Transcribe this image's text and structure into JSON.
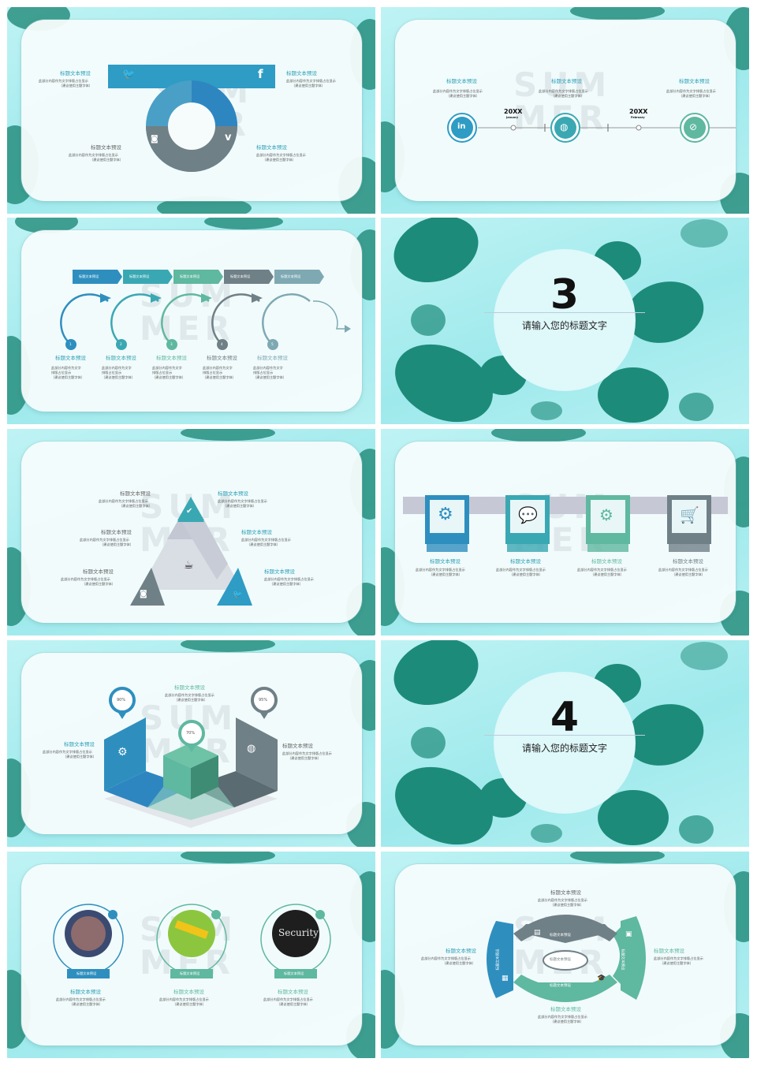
{
  "common": {
    "title": "标题文本预设",
    "desc1": "此部分内容作为文字排版占位显示",
    "desc2": "（建议使用主题字体）",
    "desc_short1": "此部分内容作为文字",
    "desc_short2": "排版占位显示",
    "desc_short3": "（建议使用主题字体）",
    "watermark1": "SUM",
    "watermark2": "MER"
  },
  "slide_timeline": {
    "date1": "20XX",
    "month1": "January",
    "date2": "20XX",
    "month2": "February"
  },
  "slide_arrows": {
    "steps": [
      "1",
      "2",
      "3",
      "4",
      "5"
    ],
    "colors": [
      "#2e8fbf",
      "#3aa8b3",
      "#5fb8a0",
      "#6f8087",
      "#7ea9b3"
    ]
  },
  "section3": {
    "number": "3",
    "title": "请输入您的标题文字"
  },
  "section4": {
    "number": "4",
    "title": "请输入您的标题文字"
  },
  "slide_pins": {
    "p1": "90%",
    "p2": "70%",
    "p3": "95%"
  },
  "slide_photos": {
    "security_text": "Security",
    "badge": "标题文本预设"
  },
  "slide_circle": {
    "seg_top": "标题文本预设",
    "seg_center": "标题文本预设",
    "seg_bottom": "标题文本预设",
    "seg_left": "标题文本预设",
    "seg_right": "标题文本预设"
  },
  "colors": {
    "teal": "#2b9fb7",
    "green": "#5fb8a0",
    "gray": "#6f8087",
    "blue": "#2e86c1",
    "leaf": "#1f8a78"
  }
}
